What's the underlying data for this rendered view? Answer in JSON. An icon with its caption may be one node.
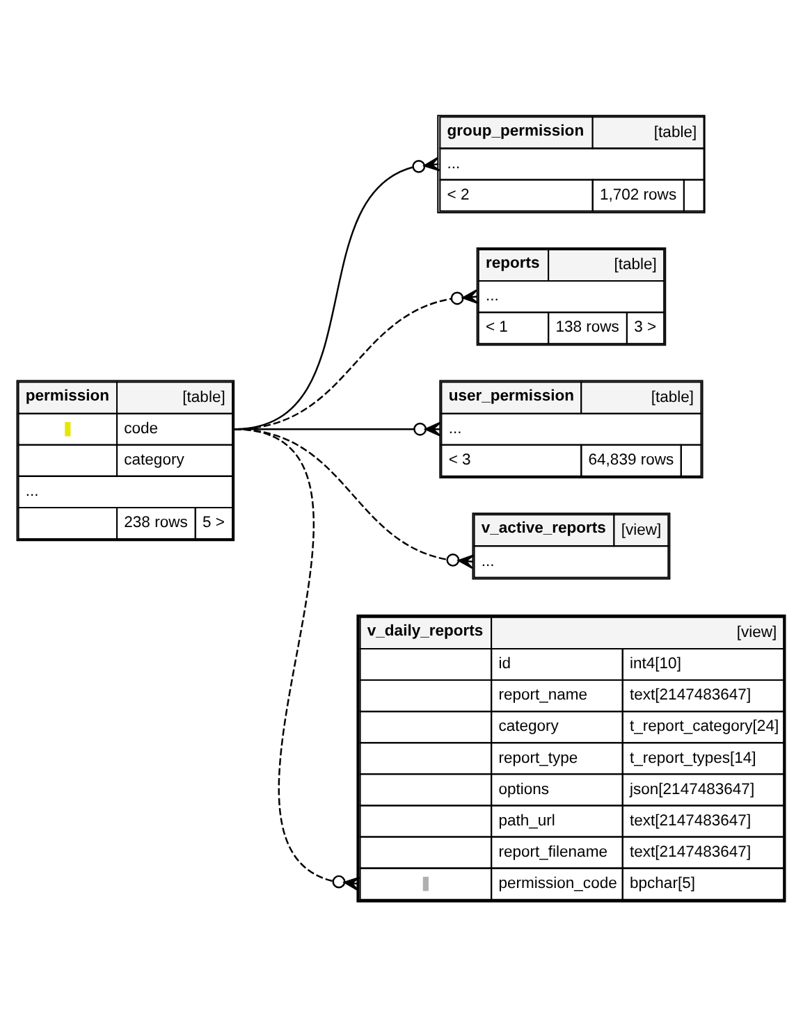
{
  "diagram": {
    "nodes": [
      {
        "text": [
          "permission",
          "[table]",
          "code",
          "category",
          "...",
          "238 rows",
          "5 >"
        ]
      },
      {
        "text": [
          "group_permission",
          "[table]",
          "...",
          "< 2",
          "1,702 rows"
        ]
      },
      {
        "text": [
          "reports",
          "[table]",
          "...",
          "< 1",
          "138 rows",
          "3 >"
        ]
      },
      {
        "text": [
          "user_permission",
          "[table]",
          "...",
          "< 3",
          "64,839 rows"
        ]
      },
      {
        "text": [
          "v_active_reports",
          "[view]",
          "..."
        ]
      },
      {
        "text": [
          "v_daily_reports",
          "[view]",
          "id",
          "int4[10]",
          "report_name",
          "text[2147483647]",
          "category",
          "t_report_category[24]",
          "report_type",
          "t_report_types[14]",
          "options",
          "json[2147483647]",
          "path_url",
          "text[2147483647]",
          "report_filename",
          "text[2147483647]",
          "permission_code",
          "bpchar[5]"
        ]
      }
    ],
    "edges": [
      {
        "from": 0,
        "to": 1,
        "arrow": "other"
      },
      {
        "from": 0,
        "to": 2,
        "arrow": "other",
        "style": "dashed"
      },
      {
        "from": 0,
        "to": 3,
        "arrow": "other"
      },
      {
        "from": 0,
        "to": 4,
        "arrow": "other",
        "style": "dashed"
      },
      {
        "from": 0,
        "to": 5,
        "arrow": "other",
        "style": "dashed"
      }
    ]
  }
}
